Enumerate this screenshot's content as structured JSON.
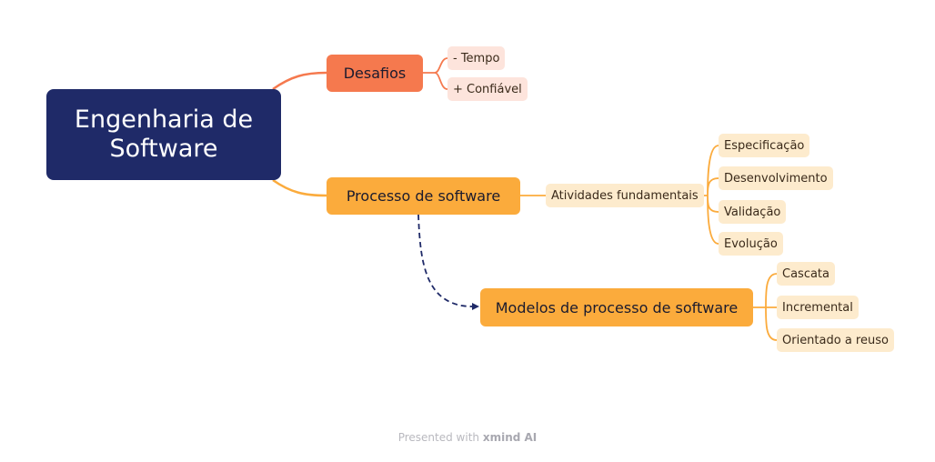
{
  "root": {
    "line1": "Engenharia de",
    "line2": "Software"
  },
  "branches": {
    "desafios": {
      "label": "Desafios",
      "items": [
        "- Tempo",
        "+ Confiável"
      ]
    },
    "processo": {
      "label": "Processo de software",
      "child": "Atividades fundamentais",
      "items": [
        "Especificação",
        "Desenvolvimento",
        "Validação",
        "Evolução"
      ]
    },
    "modelos": {
      "label": "Modelos de processo de software",
      "items": [
        "Cascata",
        "Incremental",
        "Orientado a reuso"
      ]
    }
  },
  "footer": {
    "prefix": "Presented with ",
    "brand": "xmind AI"
  },
  "colors": {
    "root": "#1f2a68",
    "desafios": "#f5794e",
    "processo": "#fbab3c",
    "desafios_sub": "#fde4dc",
    "processo_sub": "#fdebcd",
    "dashed_link": "#1f2a68"
  }
}
